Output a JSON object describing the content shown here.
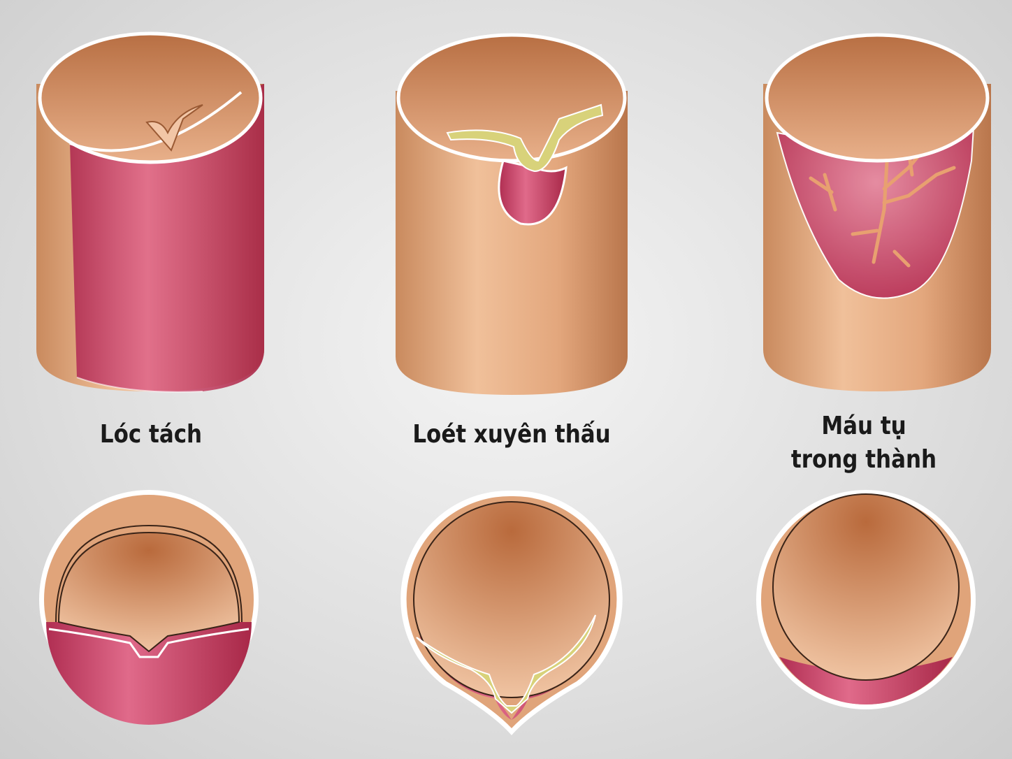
{
  "labels": {
    "dissection": "Lóc tách",
    "ulcer": "Loét xuyên thấu",
    "hematoma_line1": "Máu tụ",
    "hematoma_line2": "trong thành"
  },
  "colors": {
    "vessel_wall": "#e0a47a",
    "vessel_interior": "#c98055",
    "blood": "#c23a5c",
    "plaque": "#d8d27a",
    "outline": "#ffffff"
  }
}
